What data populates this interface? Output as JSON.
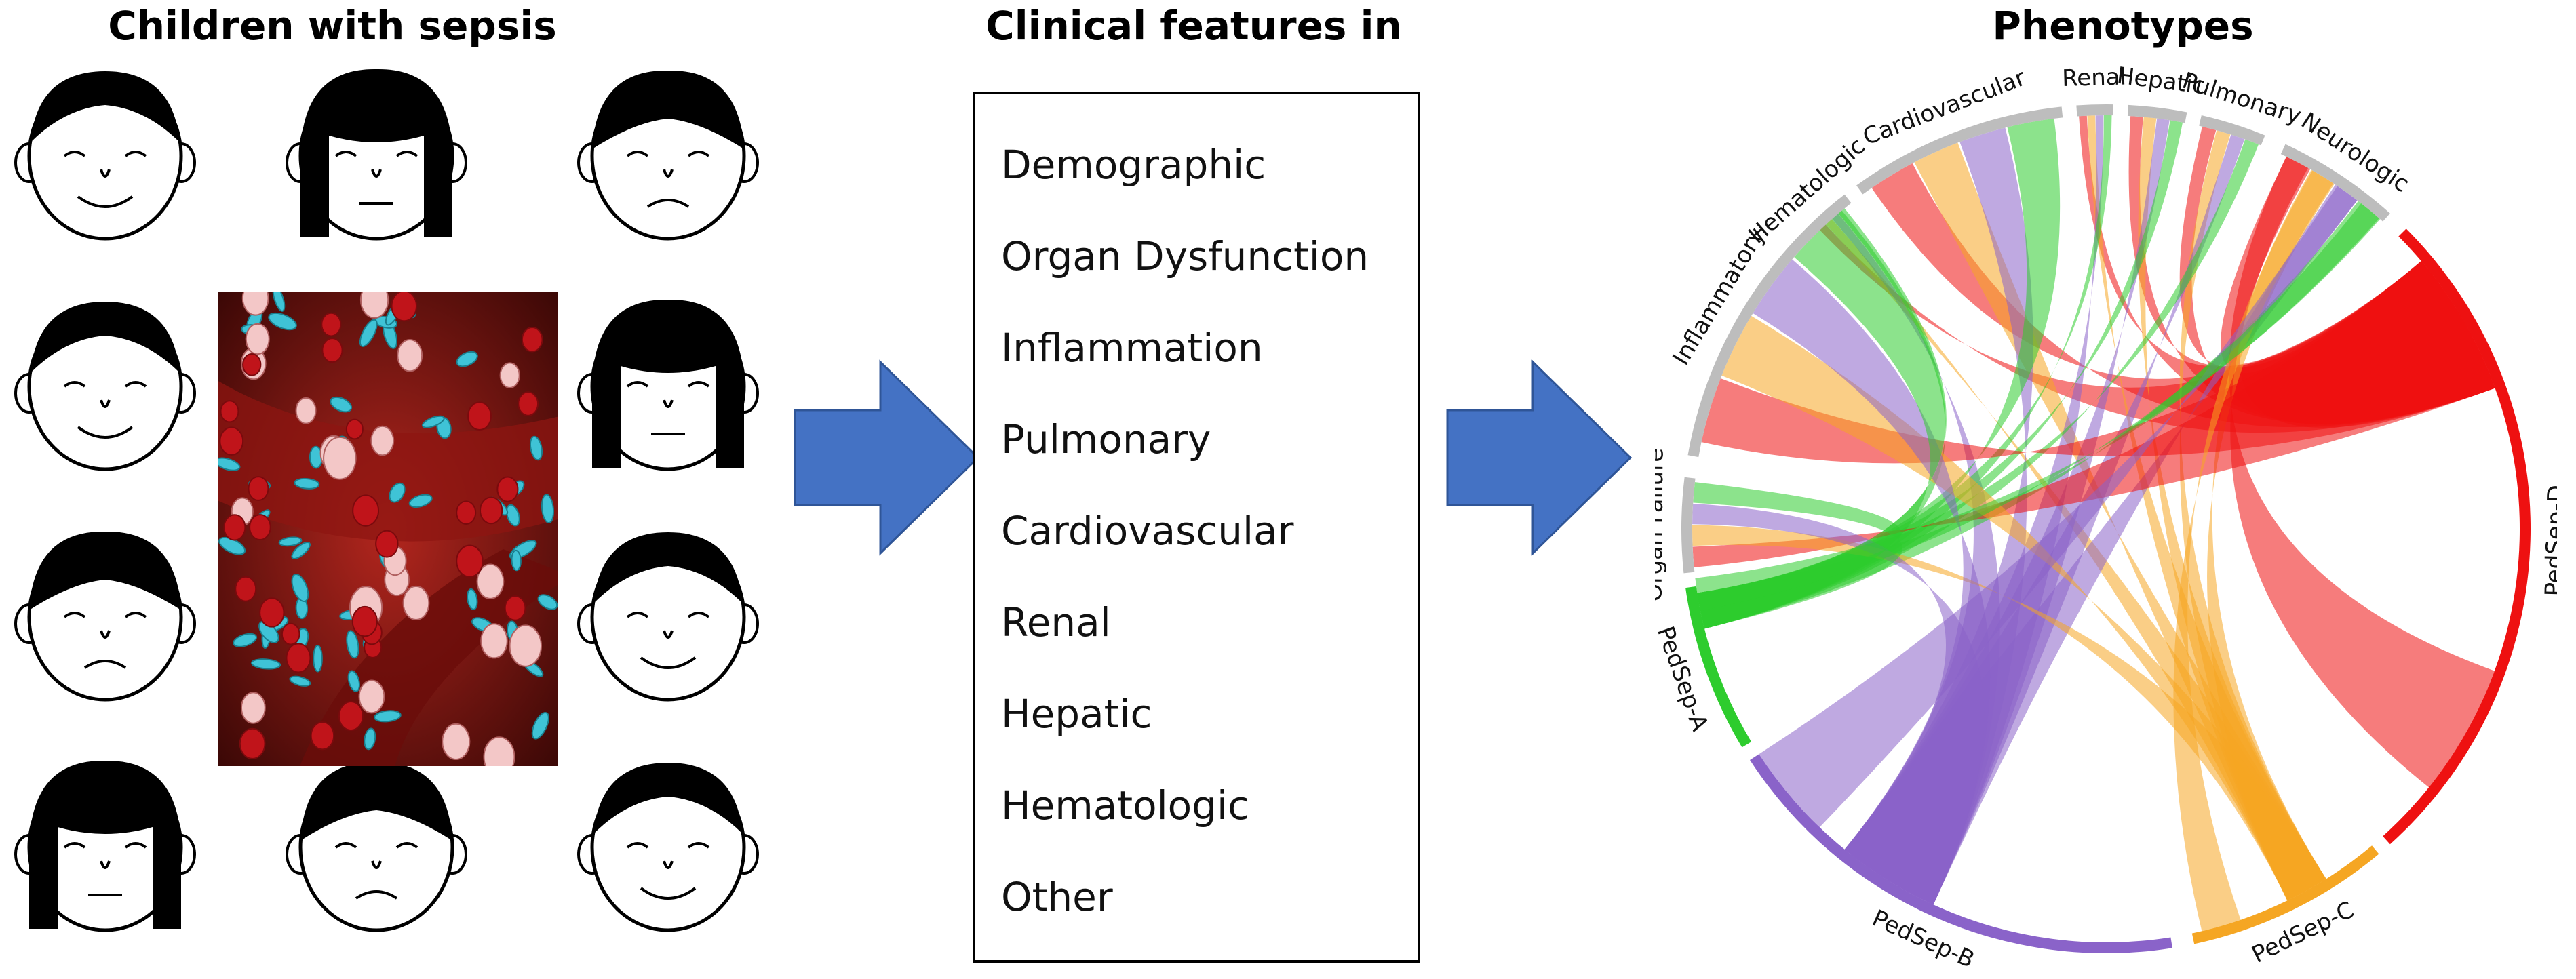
{
  "titles": {
    "left": "Children with sepsis",
    "middle": "Clinical features in",
    "right": "Phenotypes"
  },
  "features": [
    "Demographic",
    "Organ Dysfunction",
    "Inflammation",
    "Pulmonary",
    "Cardiovascular",
    "Renal",
    "Hepatic",
    "Hematologic",
    "Other"
  ],
  "chord_sectors": [
    "Hematologic",
    "Cardiovascular",
    "Renal",
    "Hepatic",
    "Pulmonary",
    "Neurologic",
    "PedSep-D",
    "PedSep-C",
    "PedSep-B",
    "PedSep-A",
    "Organ Failure",
    "Inflammatory"
  ],
  "colors": {
    "arrow": "#4472c4",
    "feature_sector": "#bdbdbd",
    "PedSep-A": "#2ecc2e",
    "PedSep-B": "#8a63c9",
    "PedSep-C": "#f5a623",
    "PedSep-D": "#ee1111"
  },
  "icons": [
    "child-face-icon",
    "blood-cells-image",
    "right-arrow-icon"
  ]
}
